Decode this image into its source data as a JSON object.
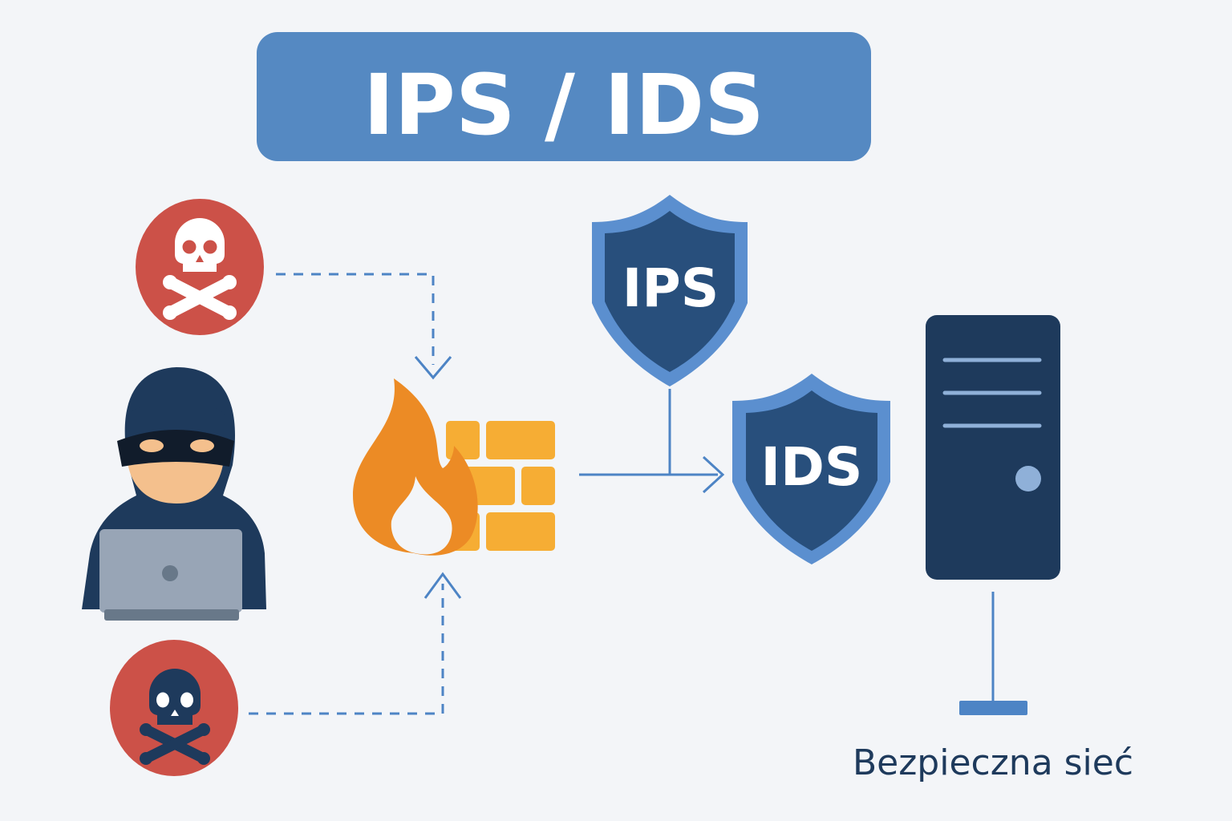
{
  "title": "IPS / IDS",
  "shields": {
    "ips": "IPS",
    "ids": "IDS"
  },
  "server": {
    "label": "Bezpieczna sieć"
  },
  "icons": {
    "threat_top": "skull-crossbones-icon",
    "threat_bottom": "skull-crossbones-icon",
    "attacker": "hacker-laptop-icon",
    "firewall": "firewall-flame-icon",
    "ips": "shield-icon",
    "ids": "shield-icon",
    "server": "server-tower-icon"
  },
  "colors": {
    "background": "#f3f5f8",
    "title_bar": "#5589c2",
    "shield_outer": "#5b8fcf",
    "shield_inner": "#284f7c",
    "threat_red": "#cc5148",
    "navy": "#1e3a5c",
    "flame": "#ec8b25",
    "bricks": "#f6ad34",
    "connector": "#4d84c5"
  }
}
